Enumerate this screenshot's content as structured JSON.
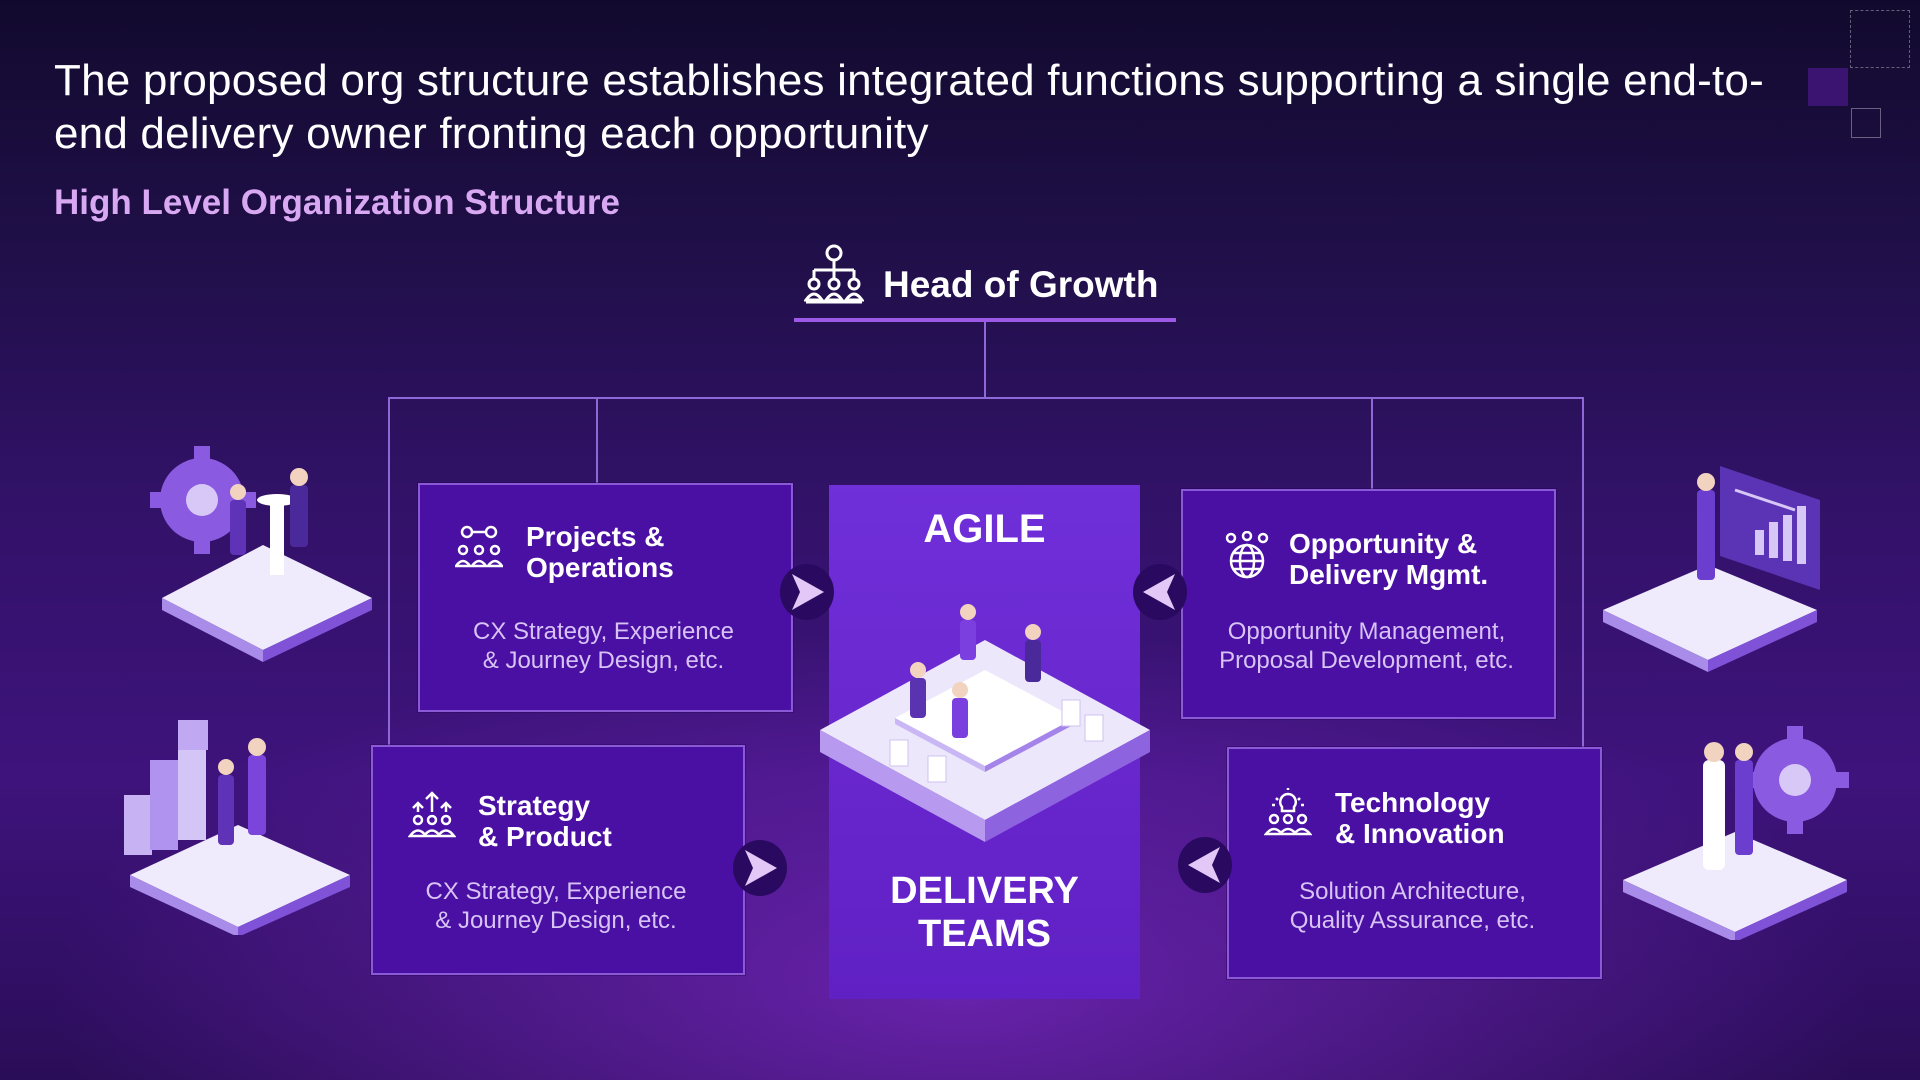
{
  "header": {
    "title": "The proposed org structure establishes integrated functions supporting a single end-to-end delivery owner fronting each opportunity",
    "subtitle": "High Level Organization Structure"
  },
  "head": {
    "label": "Head of Growth",
    "icon": "org-chart-icon"
  },
  "center": {
    "top_label": "AGILE",
    "bottom_label": "DELIVERY TEAMS"
  },
  "boxes": [
    {
      "title": "Projects & Operations",
      "title_line1": "Projects &",
      "title_line2": "Operations",
      "desc_line1": "CX Strategy, Experience",
      "desc_line2": "& Journey Design, etc.",
      "icon": "workflow-people-icon"
    },
    {
      "title": "Strategy & Product",
      "title_line1": "Strategy",
      "title_line2": "& Product",
      "desc_line1": "CX Strategy, Experience",
      "desc_line2": "& Journey Design, etc.",
      "icon": "team-growth-icon"
    },
    {
      "title": "Opportunity & Delivery Mgmt.",
      "title_line1": "Opportunity &",
      "title_line2": "Delivery Mgmt.",
      "desc_line1": "Opportunity Management,",
      "desc_line2": "Proposal Development, etc.",
      "icon": "globe-people-icon"
    },
    {
      "title": "Technology & Innovation",
      "title_line1": "Technology",
      "title_line2": "& Innovation",
      "desc_line1": "Solution Architecture,",
      "desc_line2": "Quality Assurance, etc.",
      "icon": "idea-people-icon"
    }
  ],
  "colors": {
    "box_fill": "#4a0fa3",
    "box_border": "#8a5ad6",
    "center_fill": "#6a28cf",
    "connector": "#8f68d8",
    "accent": "#d9a8f2"
  }
}
